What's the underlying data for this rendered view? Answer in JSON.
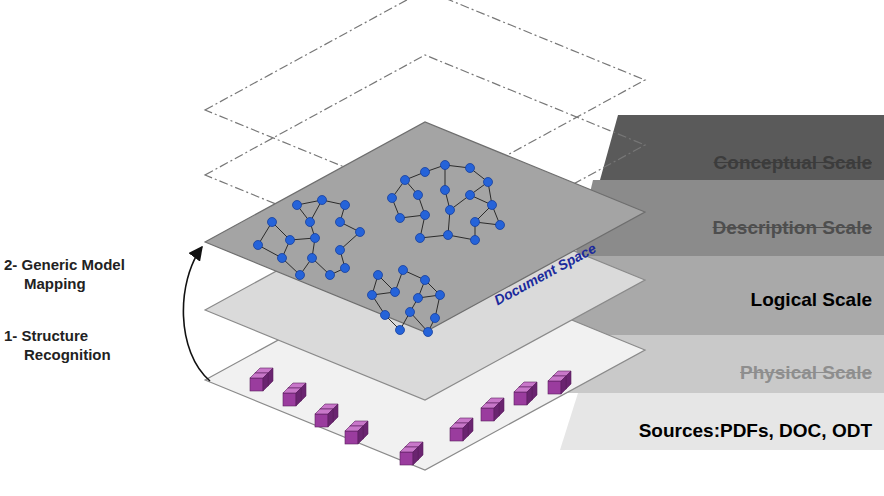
{
  "diagram": {
    "nodes": [
      {
        "text": [
          "Conceptual Scale"
        ]
      },
      {
        "text": [
          "Description Scale"
        ]
      },
      {
        "text": [
          "Logical Scale"
        ]
      },
      {
        "text": [
          "Physical Scale"
        ]
      },
      {
        "text": [
          "Sources:PDFs, DOC, ODT"
        ]
      },
      {
        "text": [
          "Document Space"
        ]
      }
    ],
    "labels": [
      "2- Generic Model Mapping",
      "1- Structure Recognition"
    ]
  }
}
